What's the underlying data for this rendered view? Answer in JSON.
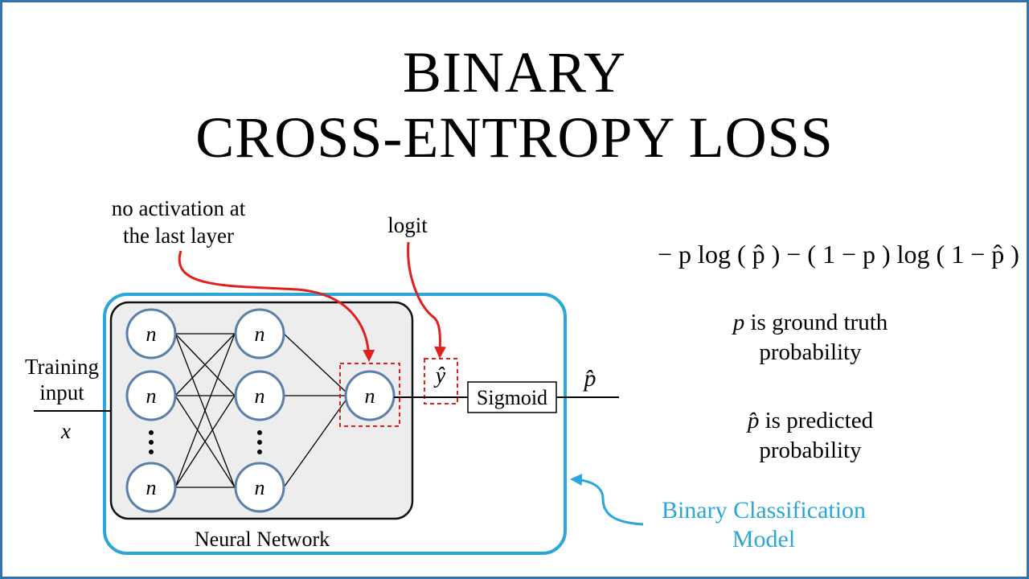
{
  "title": {
    "line1": "BINARY",
    "line2": "CROSS-ENTROPY LOSS"
  },
  "annotations": {
    "no_activation_line1": "no activation at",
    "no_activation_line2": "the last layer",
    "logit": "logit",
    "y_hat": "ŷ"
  },
  "diagram": {
    "input_label_line1": "Training",
    "input_label_line2": "input",
    "input_var": "x",
    "node_letter": "n",
    "dots": "⋮",
    "sigmoid_label": "Sigmoid",
    "output_label": "p̂",
    "network_label": "Neural Network",
    "model_label_line1": "Binary Classification",
    "model_label_line2": "Model"
  },
  "formula": {
    "text": "− p log ( p̂ ) − ( 1 − p ) log ( 1 − p̂ )"
  },
  "descriptions": {
    "p_var": "p",
    "p_text_line1": "is ground truth",
    "p_text_line2": "probability",
    "phat_var": "p̂",
    "phat_text_line1": "is predicted",
    "phat_text_line2": "probability"
  },
  "colors": {
    "frame_border": "#3a6fb0",
    "model_box": "#2aa7d8",
    "node_stroke": "#5a7fa8",
    "network_fill": "#ededed",
    "highlight_red": "#e0201c"
  }
}
